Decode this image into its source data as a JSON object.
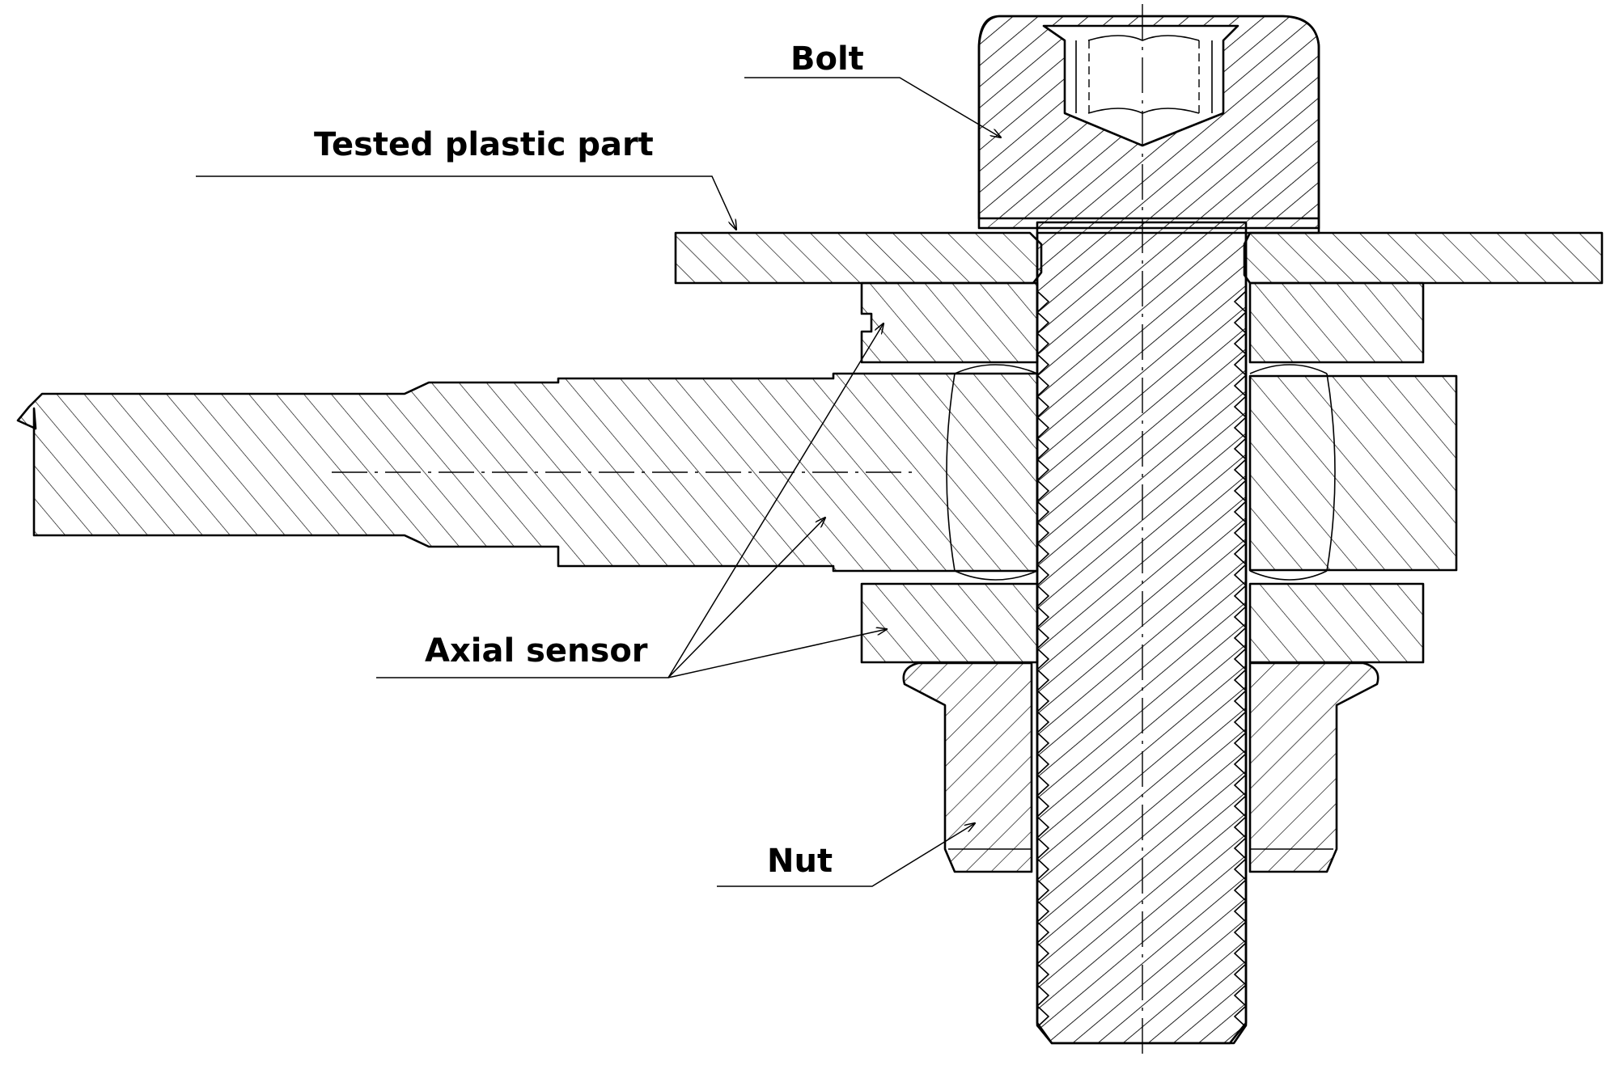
{
  "labels": {
    "bolt": "Bolt",
    "tested_part": "Tested plastic part",
    "axial_sensor": "Axial sensor",
    "nut": "Nut"
  },
  "colors": {
    "line": "#000000",
    "background": "#ffffff"
  }
}
